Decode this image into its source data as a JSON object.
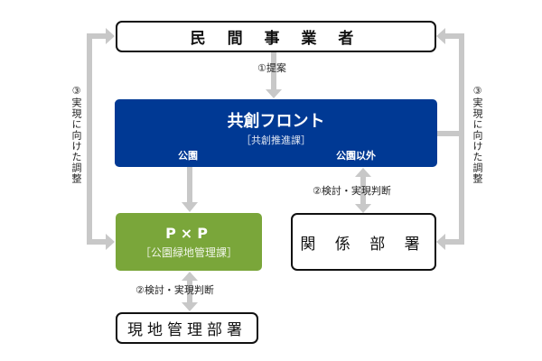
{
  "nodes": {
    "private_operator": "民 間 事 業 者",
    "cocreation_front": {
      "title": "共創フロント",
      "subtitle": "［共創推進課］",
      "branch_left": "公園",
      "branch_right": "公園以外"
    },
    "pxp": {
      "title": "P×P",
      "subtitle": "［公園緑地管理課］"
    },
    "related_departments": "関 係 部 署",
    "onsite_management": "現地管理部署"
  },
  "edges": {
    "proposal": "①提案",
    "review_right": "②検討・実現判断",
    "review_left": "②検討・実現判断",
    "coordination_left": "③実現に向けた調整",
    "coordination_right": "③実現に向けた調整"
  },
  "colors": {
    "front": "#003994",
    "pxp": "#7aa63a",
    "connector": "#c8c8c8"
  }
}
